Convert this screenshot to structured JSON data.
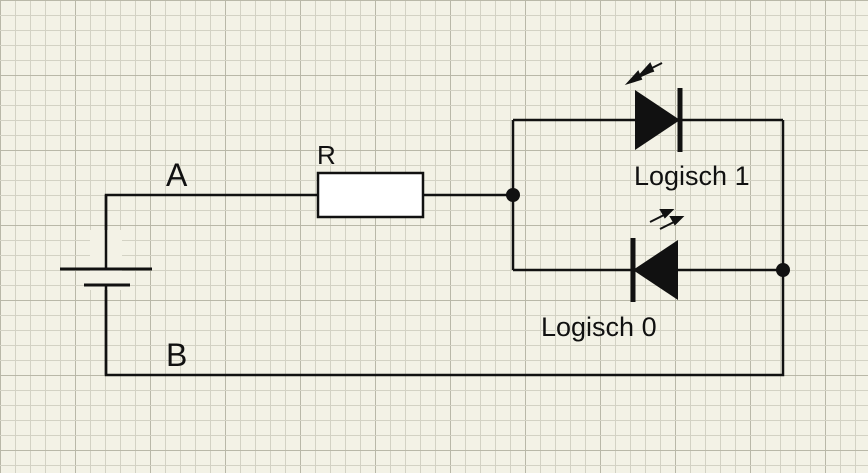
{
  "labels": {
    "node_a": "A",
    "node_b": "B",
    "resistor": "R",
    "led_top": "Logisch 1",
    "led_bottom": "Logisch 0"
  },
  "colors": {
    "background": "#f3f2e6",
    "grid_minor": "#d3d2c4",
    "grid_major": "#b9b8a8",
    "ink": "#111111",
    "resistor_fill": "#ffffff"
  }
}
